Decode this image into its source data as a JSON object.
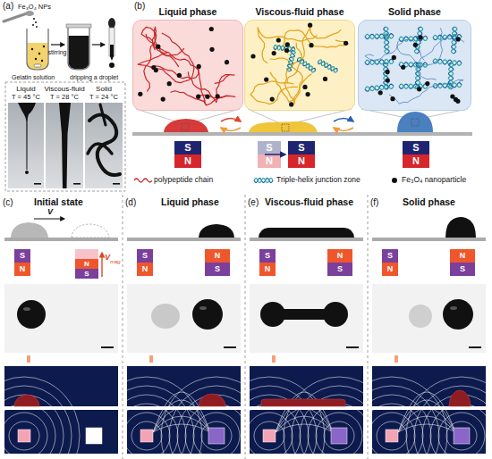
{
  "diagram": {
    "nodes": [
      {
        "text": [
          "Liquid phase"
        ]
      },
      {
        "text": [
          "Viscous-fluid phase"
        ]
      },
      {
        "text": [
          "Solid phase"
        ]
      },
      {
        "text": [
          "S",
          "N"
        ]
      },
      {
        "text": [
          "S",
          "N"
        ]
      },
      {
        "text": [
          "S",
          "N"
        ]
      },
      {
        "text": [
          "S",
          "N"
        ]
      },
      {
        "text": [
          "S",
          "N"
        ]
      },
      {
        "text": [
          "N",
          "S"
        ]
      },
      {
        "text": [
          "S",
          "N"
        ]
      },
      {
        "text": [
          "N",
          "S"
        ]
      },
      {
        "text": [
          "S",
          "N"
        ]
      },
      {
        "text": [
          "N",
          "S"
        ]
      },
      {
        "text": [
          "S",
          "N"
        ]
      },
      {
        "text": [
          "N",
          "S"
        ]
      }
    ],
    "labels": [
      "(a)",
      "Fe₃O₄ NPs",
      "stirring",
      "dripping a droplet",
      "Gelatin solution",
      "Liquid",
      "Viscous-fluid",
      "Solid",
      "T = 45 °C",
      "T = 28 °C",
      "T = 24 °C",
      "(b)",
      "(c)",
      "Initial state",
      "V",
      "V",
      "mag",
      "(d)",
      "Liquid phase",
      "(e)",
      "Viscous-fluid phase",
      "(f)",
      "Solid phase"
    ],
    "legend": [
      {
        "text": "polypeptide chain"
      },
      {
        "text": "Triple-helix junction zone"
      },
      {
        "text": "Fe₃O₄ nanoparticle"
      }
    ]
  }
}
